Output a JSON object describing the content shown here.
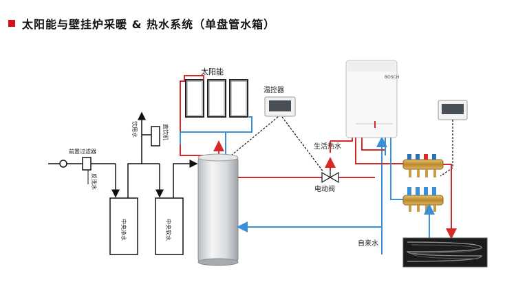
{
  "title": {
    "text": "太阳能与壁挂炉采暖 & 热水系统（单盘管水箱）",
    "accent_color": "#d0121b"
  },
  "labels": {
    "solar": "太阳能",
    "thermostat": "温控器",
    "pre_filter": "前置过滤器",
    "flush_water": "反洗水",
    "drinking_water": "饮用水",
    "water_dispenser": "直饮机",
    "central_purifier": "中央净水",
    "central_softener": "中央软水",
    "domestic_hot_water": "生活热水",
    "motorized_valve": "电动阀",
    "tap_water": "自来水",
    "boiler_brand": "BOSCH"
  },
  "colors": {
    "hot_pipe": "#d42a2a",
    "cold_pipe": "#3a8fd6",
    "line": "#111111",
    "dashed": "#111111"
  }
}
